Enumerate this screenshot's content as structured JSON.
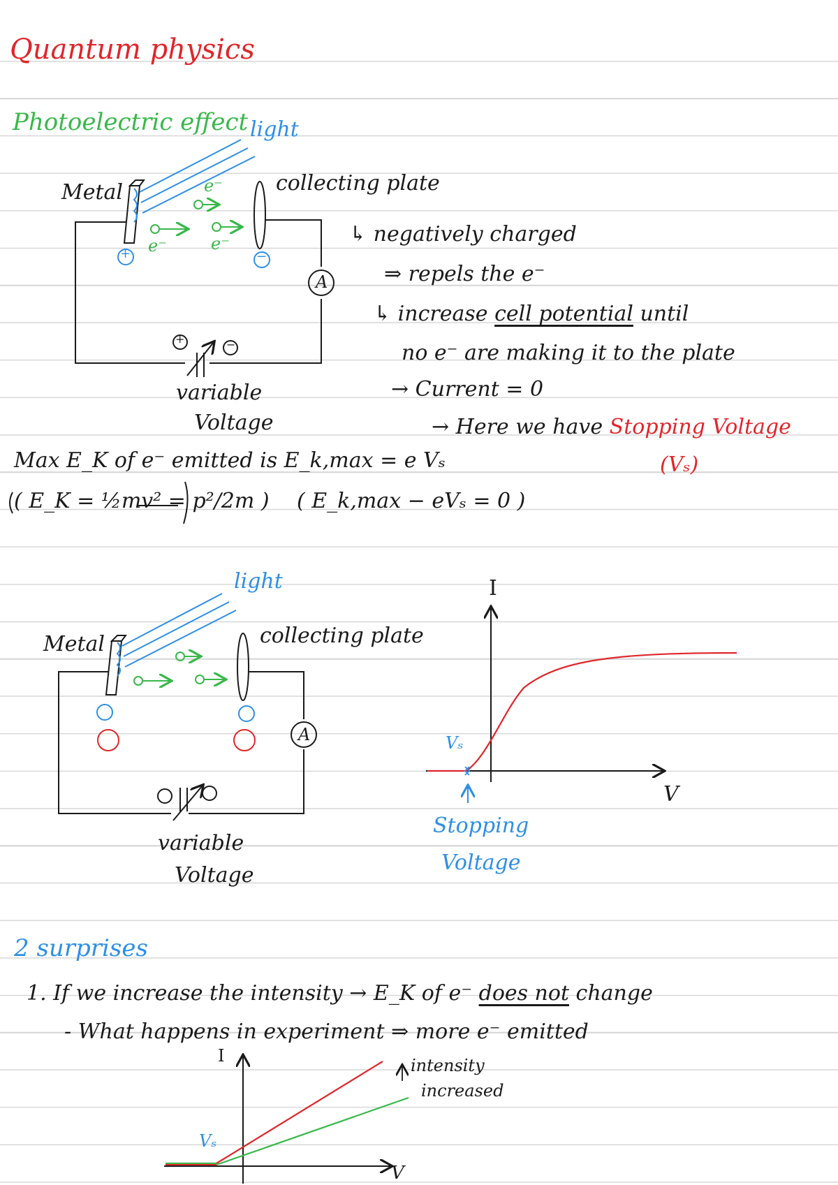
{
  "title": "Quantum physics",
  "section1": {
    "heading": "Photoelectric effect",
    "light_label": "light",
    "metal_label": "Metal",
    "plate_label": "collecting plate",
    "ammeter_label": "A",
    "electron_label": "e⁻",
    "plus_sign": "+",
    "minus_sign": "−",
    "voltage_label_1": "variable",
    "voltage_label_2": "Voltage",
    "note_1": "↳ negatively charged",
    "note_2": "⇒ repels the e⁻",
    "note_3a": "↳ increase",
    "note_3b": "cell potential",
    "note_3c": "until",
    "note_4": "no e⁻ are making it to the plate",
    "note_5": "→ Current = 0",
    "note_6a": "→ Here we have",
    "note_6b": "Stopping Voltage",
    "note_6c": "(Vₛ)"
  },
  "formulas": {
    "max_ek": "Max E_K of e⁻ emitted is E_k,max = e Vₛ",
    "ek_def": "( E_K = ½mv² = p²/2m )",
    "ek_balance": "( E_k,max − eVₛ = 0 )"
  },
  "section2": {
    "light_label": "light",
    "metal_label": "Metal",
    "plate_label": "collecting plate",
    "ammeter_label": "A",
    "voltage_label_1": "variable",
    "voltage_label_2": "Voltage"
  },
  "graph1": {
    "y_label": "I",
    "x_label": "V",
    "vs_label": "Vₛ",
    "stop_label_1": "Stopping",
    "stop_label_2": "Voltage"
  },
  "section3": {
    "heading": "2 surprises",
    "point_1a": "1. If we increase the intensity → E_K of e⁻",
    "point_1b": "does not",
    "point_1c": "change",
    "point_2": "- What happens in experiment ⇒ more e⁻ emitted",
    "graph_y_label": "I",
    "graph_x_label": "V",
    "graph_vs_label": "Vₛ",
    "intensity_note_1": "intensity",
    "intensity_note_2": "increased"
  },
  "colors": {
    "red": "#e0262a",
    "green": "#38b84a",
    "blue": "#2d8fe6",
    "ink": "#1a1a1a",
    "rule": "#d5d5d5"
  }
}
